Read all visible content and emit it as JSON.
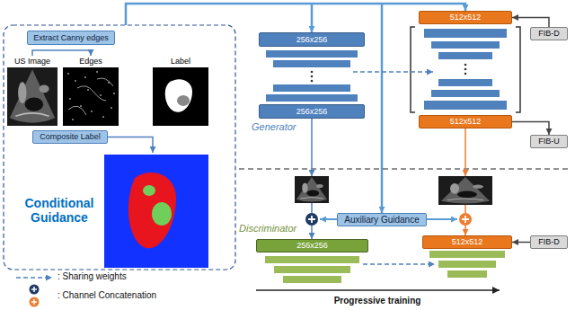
{
  "diagram": {
    "nodes": [
      {
        "text": [
          "Extract Canny edges"
        ]
      },
      {
        "text": [
          "US Image"
        ]
      },
      {
        "text": [
          "Edges"
        ]
      },
      {
        "text": [
          "Label"
        ]
      },
      {
        "text": [
          "Composite Label"
        ]
      },
      {
        "text": [
          "Conditional Guidance"
        ]
      },
      {
        "text": [
          "256x256"
        ]
      },
      {
        "text": [
          "256x256"
        ]
      },
      {
        "text": [
          "512x512"
        ]
      },
      {
        "text": [
          "512x512"
        ]
      },
      {
        "text": [
          "FIB-D"
        ]
      },
      {
        "text": [
          "FIB-U"
        ]
      },
      {
        "text": [
          "Auxiliary Guidance"
        ]
      },
      {
        "text": [
          "256x256"
        ]
      },
      {
        "text": [
          "512x512"
        ]
      },
      {
        "text": [
          "FIB-D"
        ]
      }
    ],
    "edges": [
      {
        "from": 1,
        "to": 2,
        "arrow": "to"
      },
      {
        "from": 4,
        "to": 5,
        "arrow": "to"
      },
      {
        "from": 10,
        "to": 8,
        "arrow": "to"
      },
      {
        "from": 9,
        "to": 11,
        "arrow": "to"
      },
      {
        "from": 15,
        "to": 14,
        "arrow": "to"
      }
    ],
    "labels": [
      "Generator",
      "Discriminator",
      "Progressive training"
    ],
    "legend": [
      {
        "text": ": Sharing weights"
      },
      {
        "text": ": Channel Concatenation"
      }
    ]
  }
}
